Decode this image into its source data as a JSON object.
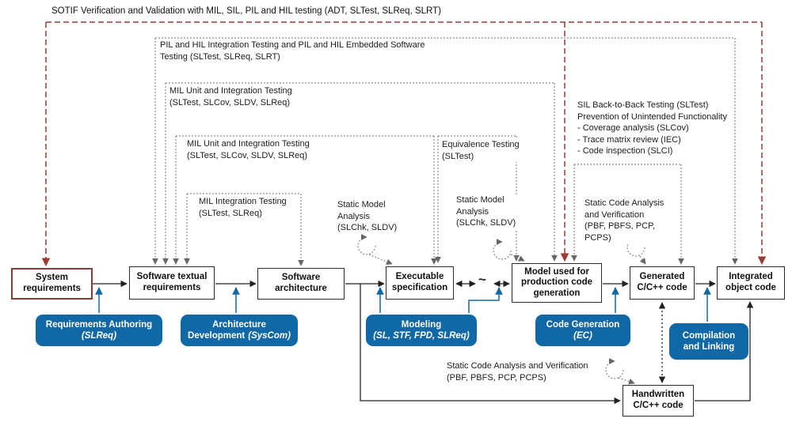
{
  "title": "SOTIF Verification and Validation with MIL, SIL, PIL and HIL testing (ADT, SLTest, SLReq, SLRT)",
  "symbols": {
    "tilde": "~"
  },
  "colors": {
    "accent_red": "#9a3b33",
    "accent_blue": "#1168a6",
    "line_gray": "#8c8c8c",
    "line_black": "#222222"
  },
  "scopes": {
    "pil_hil": {
      "l1": "PIL and HIL Integration Testing and PIL and HIL Embedded Software",
      "l2": "Testing (SLTest, SLReq, SLRT)"
    },
    "mil_unit_outer": {
      "l1": "MIL Unit and Integration Testing",
      "l2": "(SLTest, SLCov, SLDV, SLReq)"
    },
    "mil_unit_inner": {
      "l1": "MIL Unit and Integration Testing",
      "l2": "(SLTest, SLCov, SLDV, SLReq)"
    },
    "mil_integration": {
      "l1": "MIL Integration Testing",
      "l2": "(SLTest, SLReq)"
    },
    "equivalence": {
      "l1": "Equivalence Testing",
      "l2": "(SLTest)"
    },
    "static_model_left": {
      "l1": "Static Model",
      "l2": "Analysis",
      "l3": "(SLChk, SLDV)"
    },
    "static_model_right": {
      "l1": "Static Model",
      "l2": "Analysis",
      "l3": "(SLChk, SLDV)"
    },
    "sil_back_to_back": {
      "l1": "SIL Back-to-Back Testing (SLTest)",
      "l2": "Prevention of Unintended Functionality",
      "l3": "- Coverage analysis (SLCov)",
      "l4": "- Trace matrix review (IEC)",
      "l5": "- Code inspection (SLCI)"
    },
    "static_code_top": {
      "l1": "Static Code Analysis",
      "l2": "and Verification",
      "l3": "(PBF, PBFS, PCP,",
      "l4": "PCPS)"
    },
    "static_code_bottom": {
      "l1": "Static Code Analysis and Verification",
      "l2": "(PBF, PBFS, PCP, PCPS)"
    }
  },
  "boxes": {
    "system_requirements": {
      "l1": "System",
      "l2": "requirements"
    },
    "software_textual_requirements": {
      "l1": "Software textual",
      "l2": "requirements"
    },
    "software_architecture": {
      "l1": "Software",
      "l2": "architecture"
    },
    "executable_specification": {
      "l1": "Executable",
      "l2": "specification"
    },
    "model_production": {
      "l1": "Model used for",
      "l2": "production code",
      "l3": "generation"
    },
    "generated_code": {
      "l1": "Generated",
      "l2": "C/C++ code"
    },
    "integrated_object_code": {
      "l1": "Integrated",
      "l2": "object code"
    },
    "handwritten_code": {
      "l1": "Handwritten",
      "l2": "C/C++ code"
    }
  },
  "activities": {
    "requirements_authoring": {
      "name": "Requirements Authoring",
      "tool": "(SLReq)"
    },
    "architecture_development": {
      "name": "Architecture",
      "name2": "Development",
      "tool": "(SysCom)"
    },
    "modeling": {
      "name": "Modeling",
      "tool": "(SL, STF, FPD, SLReq)"
    },
    "code_generation": {
      "name": "Code Generation",
      "tool": "(EC)"
    },
    "compilation_linking": {
      "name": "Compilation",
      "name2": "and Linking"
    }
  }
}
